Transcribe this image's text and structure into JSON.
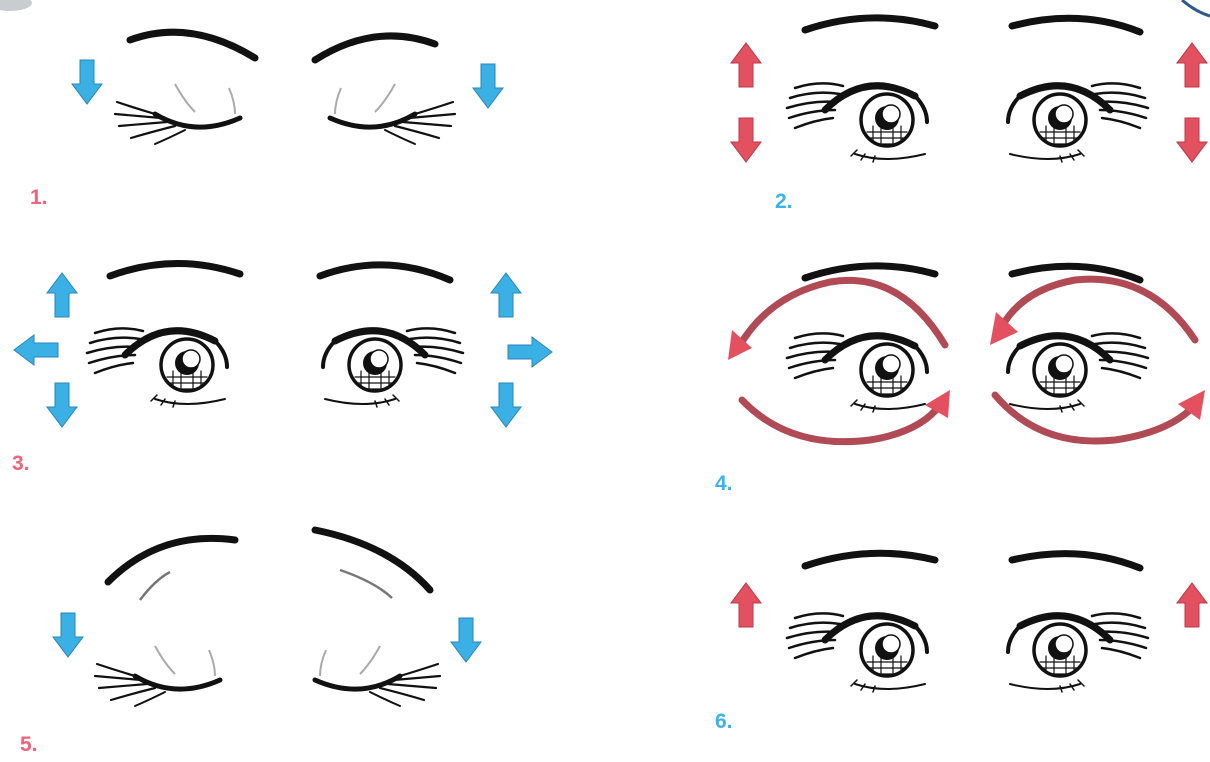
{
  "steps": [
    {
      "label": "1.",
      "color": "#f0637a"
    },
    {
      "label": "2.",
      "color": "#3bb3ea"
    },
    {
      "label": "3.",
      "color": "#f0637a"
    },
    {
      "label": "4.",
      "color": "#3bb3ea"
    },
    {
      "label": "5.",
      "color": "#f0637a"
    },
    {
      "label": "6.",
      "color": "#3bb3ea"
    }
  ],
  "colors": {
    "blue_arrow": "#3bb0e4",
    "red_arrow": "#e3505f",
    "circular_arrow": "#b04a55",
    "ink": "#111111"
  }
}
